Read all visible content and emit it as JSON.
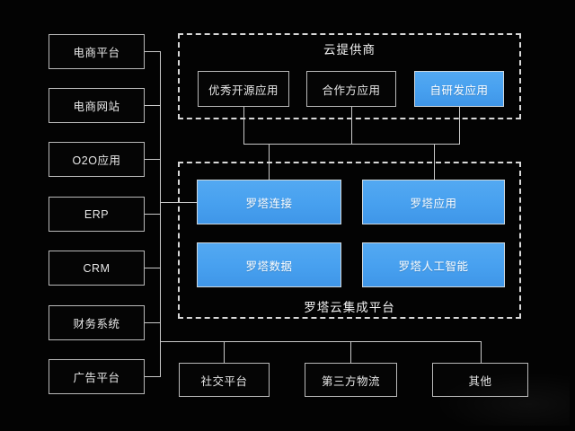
{
  "canvas": {
    "background_color": "#030303",
    "line_color": "#c9c9c9",
    "box_border_color": "#b9b9b9",
    "accent_color": "#47a0ef",
    "text_color": "#e8e8e8"
  },
  "left_column": {
    "items": [
      {
        "label": "电商平台"
      },
      {
        "label": "电商网站"
      },
      {
        "label": "O2O应用"
      },
      {
        "label": "ERP"
      },
      {
        "label": "CRM"
      },
      {
        "label": "财务系统"
      },
      {
        "label": "广告平台"
      }
    ]
  },
  "cloud_provider": {
    "title": "云提供商",
    "items": [
      {
        "label": "优秀开源应用",
        "highlighted": false
      },
      {
        "label": "合作方应用",
        "highlighted": false
      },
      {
        "label": "自研发应用",
        "highlighted": true
      }
    ]
  },
  "platform": {
    "title": "罗塔云集成平台",
    "items": [
      {
        "label": "罗塔连接",
        "highlighted": true
      },
      {
        "label": "罗塔应用",
        "highlighted": true
      },
      {
        "label": "罗塔数据",
        "highlighted": true
      },
      {
        "label": "罗塔人工智能",
        "highlighted": true
      }
    ]
  },
  "bottom_row": {
    "items": [
      {
        "label": "社交平台"
      },
      {
        "label": "第三方物流"
      },
      {
        "label": "其他"
      }
    ]
  }
}
